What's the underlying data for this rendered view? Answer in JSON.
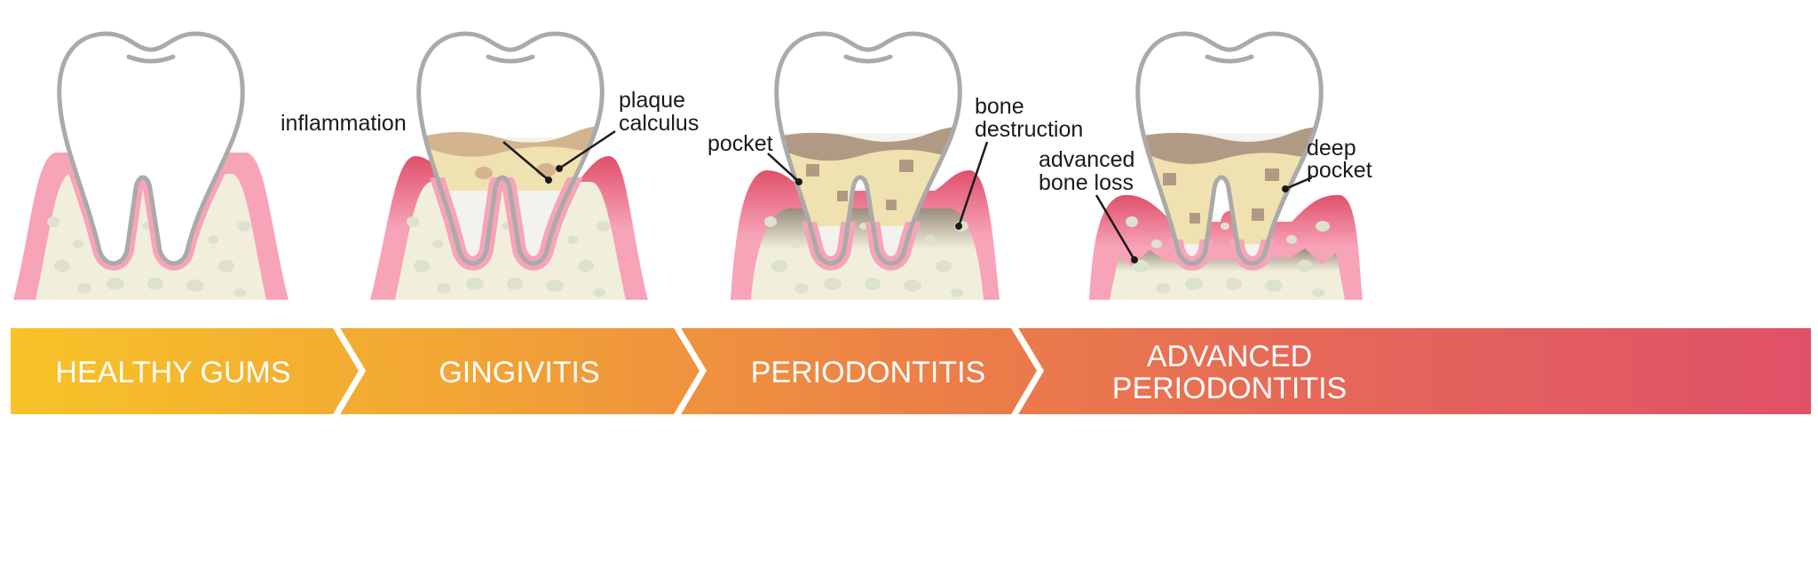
{
  "stages": [
    {
      "label_lines": [
        "HEALTHY GUMS"
      ]
    },
    {
      "label_lines": [
        "GINGIVITIS"
      ]
    },
    {
      "label_lines": [
        "PERIODONTITIS"
      ]
    },
    {
      "label_lines": [
        "ADVANCED",
        "PERIODONTITIS"
      ]
    }
  ],
  "annotations": {
    "inflammation": "inflammation",
    "plaque": "plaque",
    "calculus": "calculus",
    "pocket": "pocket",
    "bone": "bone",
    "destruction": "destruction",
    "advanced": "advanced",
    "bone_loss": "bone loss",
    "deep": "deep",
    "deep_pocket": "pocket"
  },
  "colors": {
    "gum": "#f7a3b8",
    "inflamed_gum": "#e0506a",
    "bone": "#f1efdc",
    "bone_spot": "#dde2cf",
    "tooth_outline": "#aaaaaa",
    "plaque": "#f0e2b0",
    "calculus": "#d3b48e",
    "banner_start": "#f6c22a",
    "banner_end": "#e0546a"
  }
}
